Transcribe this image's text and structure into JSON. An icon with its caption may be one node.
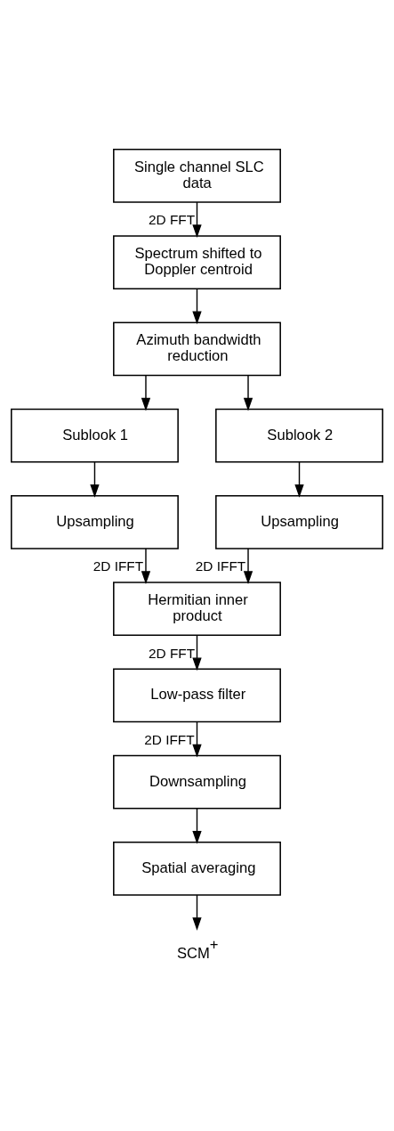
{
  "diagram": {
    "nodes": [
      {
        "text": [
          "Single channel SLC data"
        ]
      },
      {
        "text": [
          "Spectrum shifted to Doppler centroid"
        ]
      },
      {
        "text": [
          "Azimuth bandwidth reduction"
        ]
      },
      {
        "text": [
          "Sublook 1"
        ]
      },
      {
        "text": [
          "Sublook 2"
        ]
      },
      {
        "text": [
          "Upsampling"
        ]
      },
      {
        "text": [
          "Upsampling"
        ]
      },
      {
        "text": [
          "Hermitian inner product"
        ]
      },
      {
        "text": [
          "Low-pass filter"
        ]
      },
      {
        "text": [
          "Downsampling"
        ]
      },
      {
        "text": [
          "Spatial averaging"
        ]
      },
      {
        "text": [
          "SCM$^{+}$"
        ]
      }
    ],
    "edges": [
      {
        "from": 0,
        "to": 1,
        "arrow": "to",
        "label": "2D FFT"
      },
      {
        "from": 1,
        "to": 2,
        "arrow": "to"
      },
      {
        "from": 2,
        "to": 3,
        "arrow": "to"
      },
      {
        "from": 2,
        "to": 4,
        "arrow": "to"
      },
      {
        "from": 3,
        "to": 5,
        "arrow": "to"
      },
      {
        "from": 4,
        "to": 6,
        "arrow": "to"
      },
      {
        "from": 5,
        "to": 7,
        "arrow": "to",
        "label": "2D IFFT"
      },
      {
        "from": 6,
        "to": 7,
        "arrow": "to",
        "label": "2D IFFT"
      },
      {
        "from": 7,
        "to": 8,
        "arrow": "to",
        "label": "2D FFT"
      },
      {
        "from": 8,
        "to": 9,
        "arrow": "to",
        "label": "2D IFFT"
      },
      {
        "from": 9,
        "to": 10,
        "arrow": "to"
      },
      {
        "from": 10,
        "to": 11,
        "arrow": "to"
      }
    ]
  }
}
